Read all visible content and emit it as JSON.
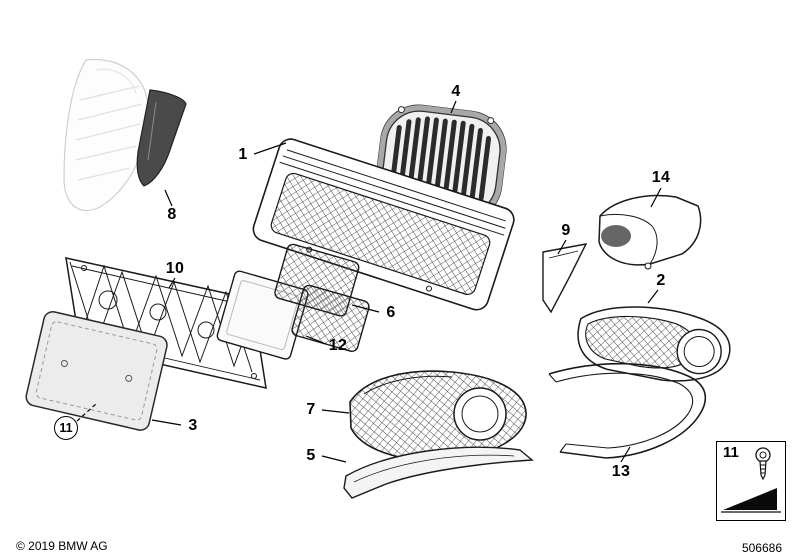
{
  "callouts": {
    "c1": "1",
    "c2": "2",
    "c3": "3",
    "c4": "4",
    "c5": "5",
    "c6": "6",
    "c7": "7",
    "c8": "8",
    "c9": "9",
    "c10": "10",
    "c11": "11",
    "c12": "12",
    "c13": "13",
    "c14": "14"
  },
  "footer": {
    "copyright": "© 2019 BMW AG",
    "part_number": "506686"
  },
  "colors": {
    "line": "#1a1a1a",
    "background": "#ffffff",
    "dark_part": "#4a4a4a"
  }
}
